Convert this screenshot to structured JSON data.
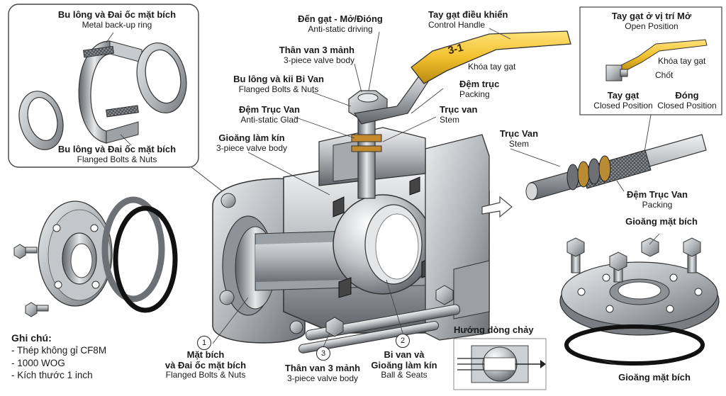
{
  "labels": {
    "backup_ring": {
      "vi": "Bu lông và Đai ốc mặt bích",
      "en": "Metal back-up ring"
    },
    "inset_bolts": {
      "vi": "Bu lông và Đai ốc mặt bích",
      "en": "Flanged Bolts & Nuts"
    },
    "antistatic_driving": {
      "vi": "Đến gạt - Mở/Đióng",
      "en": "Anti-static driving"
    },
    "body_top": {
      "vi": "Thân van 3 mảnh",
      "en": "3-piece valve body"
    },
    "flanged_bolts": {
      "vi": "Bu lông và kỉi Bi Van",
      "en": "Flanged Bolts & Nuts"
    },
    "stem_gland": {
      "vi": "Đệm Trục Van",
      "en": "Anti-static Glad"
    },
    "gasket_seal": {
      "vi": "Gioăng làm kín",
      "en": "3-piece valve body"
    },
    "control_handle": {
      "vi": "Tay gạt điều khiển",
      "en": "Control Handle"
    },
    "handle_lock": {
      "vi": "Khóa tay gạt"
    },
    "packing": {
      "vi": "Đệm trục",
      "en": "Packing"
    },
    "stem": {
      "vi": "Trục van",
      "en": "Stem"
    },
    "stem_right": {
      "vi": "Trục Van",
      "en": "Stem"
    },
    "stem_packing": {
      "vi": "Đệm Trục Van",
      "en": "Packing"
    },
    "flange_gasket_top": {
      "vi": "Gioăng mặt bích"
    },
    "flange_gasket_bottom": {
      "vi": "Gioăng mặt bích"
    },
    "flanges": {
      "vi": "Mặt bích",
      "vi2": "và Đai ốc mặt bích",
      "en": "Flanged Bolts & Nuts"
    },
    "body_bottom": {
      "vi": "Thân van 3 mảnh",
      "en": "3-piece valve body"
    },
    "ball_seats": {
      "vi": "Bi van và",
      "vi2": "Gioăng làm kín",
      "en": "Ball & Seats"
    }
  },
  "position_inset": {
    "title_vi": "Tay gạt ở vị trí Mở",
    "title_en": "Open Position",
    "lock_vi": "Khóa tay gạt",
    "pin_vi": "Chốt",
    "closed_vi": "Tay gạt",
    "closed_en": "Closed Position",
    "closed2_vi": "Đóng",
    "closed2_en": "Closed Position"
  },
  "handle_marking": "3-1",
  "callouts": [
    "1",
    "2",
    "3"
  ],
  "flow": {
    "title_vi": "Hướng dòng chảy"
  },
  "notes": {
    "title": "Ghi chú:",
    "items": [
      "- Thép không gỉ CF8M",
      "- 1000 WOG",
      "- Kích thước 1 inch"
    ]
  },
  "colors": {
    "handle": "#f2c12e",
    "metal": "#b9bcbf",
    "metal_dark": "#6f7377",
    "outline": "#2a2a2a"
  }
}
